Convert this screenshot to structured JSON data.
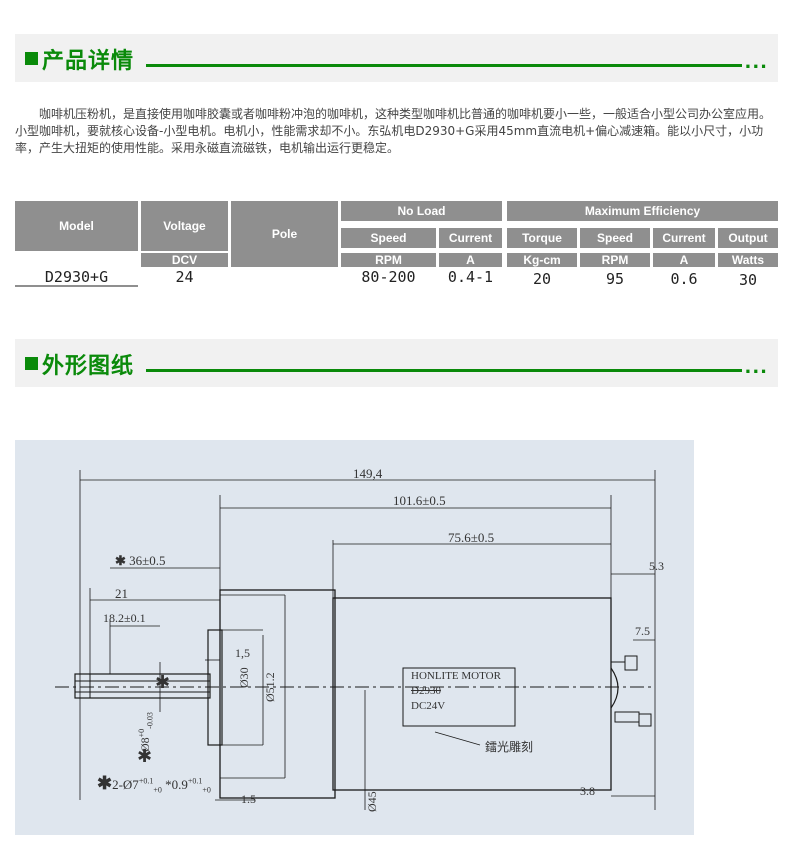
{
  "section1": {
    "title": "产品详情",
    "dots": "..."
  },
  "description": "咖啡机压粉机，是直接使用咖啡胶囊或者咖啡粉冲泡的咖啡机，这种类型咖啡机比普通的咖啡机要小一些，一般适合小型公司办公室应用。小型咖啡机，要就核心设备-小型电机。电机小，性能需求却不小。东弘机电D2930+G采用45mm直流电机+偏心减速箱。能以小尺寸，小功率，产生大扭矩的使用性能。采用永磁直流磁铁，电机输出运行更稳定。",
  "table": {
    "headers": {
      "model": "Model",
      "voltage": "Voltage",
      "pole": "Pole",
      "no_load": "No Load",
      "max_eff": "Maximum Efficiency",
      "speed": "Speed",
      "current": "Current",
      "torque": "Torque",
      "speed2": "Speed",
      "current2": "Current",
      "output": "Output"
    },
    "units": {
      "voltage": "DCV",
      "rpm": "RPM",
      "a": "A",
      "kgcm": "Kg-cm",
      "rpm2": "RPM",
      "a2": "A",
      "watts": "Watts"
    },
    "row": {
      "model": "D2930+G",
      "voltage": "24",
      "pole": "",
      "nl_speed": "80-200",
      "nl_current": "0.4-1",
      "torque": "20",
      "speed": "95",
      "current": "0.6",
      "output": "30"
    }
  },
  "section2": {
    "title": "外形图纸",
    "dots": "..."
  },
  "drawing": {
    "dims": {
      "total": "149,4",
      "body": "101.6±0.5",
      "can": "75.6±0.5",
      "gear": "36±0.5",
      "d21": "21",
      "d18": "18.2±0.1",
      "d15a": "1,5",
      "d30": "Ø30",
      "d512": "Ø51.2",
      "d53": "5.3",
      "d75": "7.5",
      "d38": "3.8",
      "d15b": "1.5",
      "d45": "Ø45",
      "shaft": "Ø8",
      "shaft_tol_top": "+0",
      "shaft_tol_bot": "-0.03",
      "holes": "2-Ø7",
      "hole_tol_top": "+0.1",
      "hole_tol_bot": "+0",
      "depth": "*0.9",
      "depth_tol_top": "+0.1",
      "depth_tol_bot": "+0"
    },
    "label": {
      "line1": "HONLITE MOTOR",
      "line2": "D2930",
      "line3": "DC24V"
    },
    "laser": "鐳光雕刻"
  }
}
